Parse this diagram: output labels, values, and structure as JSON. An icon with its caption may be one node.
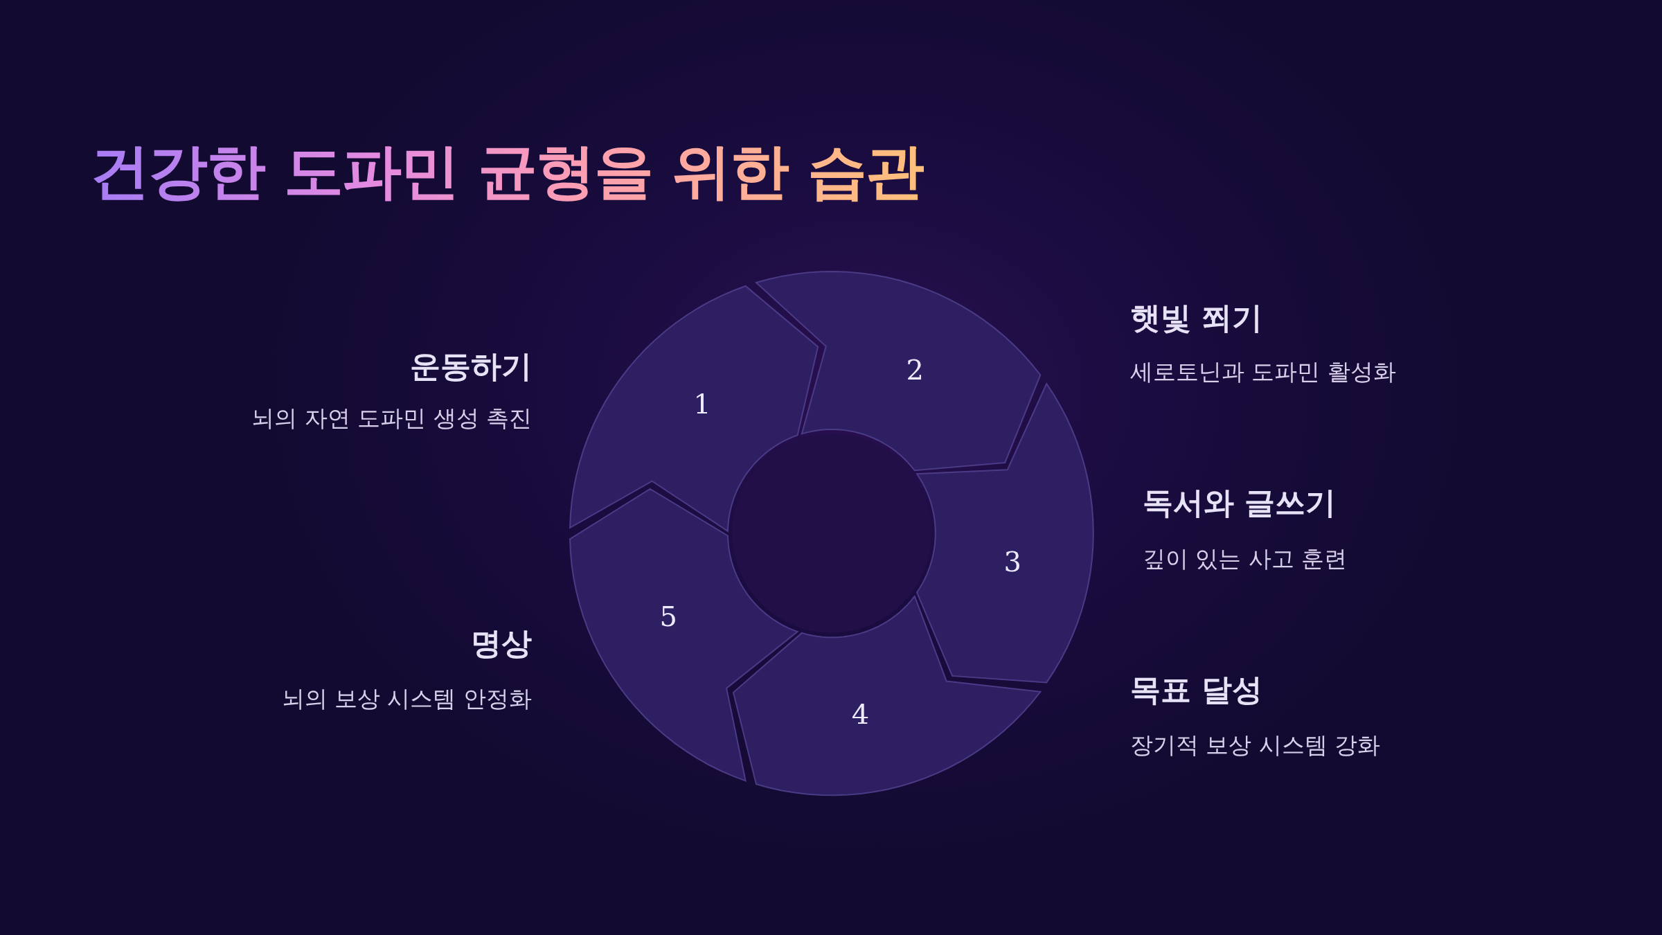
{
  "diagram": {
    "title": "건강한 도파민 균형을 위한 습관",
    "nodes": [
      {
        "text": [
          "1"
        ],
        "beside": [
          "운동하기",
          "뇌의 자연 도파민 생성 촉진"
        ]
      },
      {
        "text": [
          "2"
        ],
        "beside": [
          "햇빛 쬐기",
          "세로토닌과 도파민 활성화"
        ]
      },
      {
        "text": [
          "3"
        ],
        "beside": [
          "독서와 글쓰기",
          "깊이 있는 사고 훈련"
        ]
      },
      {
        "text": [
          "4"
        ],
        "beside": [
          "목표 달성",
          "장기적 보상 시스템 강화"
        ]
      },
      {
        "text": [
          "5"
        ],
        "beside": [
          "명상",
          "뇌의 보상 시스템 안정화"
        ]
      },
      {
        "text": [],
        "shape": "circle"
      }
    ],
    "edges": []
  }
}
